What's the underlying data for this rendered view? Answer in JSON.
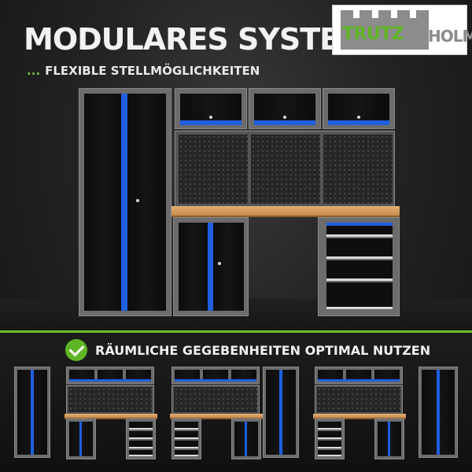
{
  "header": {
    "title": "MODULARES SYSTEM",
    "subtitle_dots": "...",
    "subtitle": "FLEXIBLE STELLMÖGLICHKEITEN"
  },
  "logo": {
    "part1": "TRUTZ",
    "part2": "HOLM"
  },
  "feature": {
    "check_icon": "checkmark-icon",
    "text": "RÄUMLICHE GEGEBENHEITEN OPTIMAL NUTZEN"
  },
  "colors": {
    "accent_green": "#5fb526",
    "cabinet_blue": "#1f5fe0",
    "cabinet_frame": "#6c6c6c",
    "worktop_wood": "#d8a062"
  }
}
